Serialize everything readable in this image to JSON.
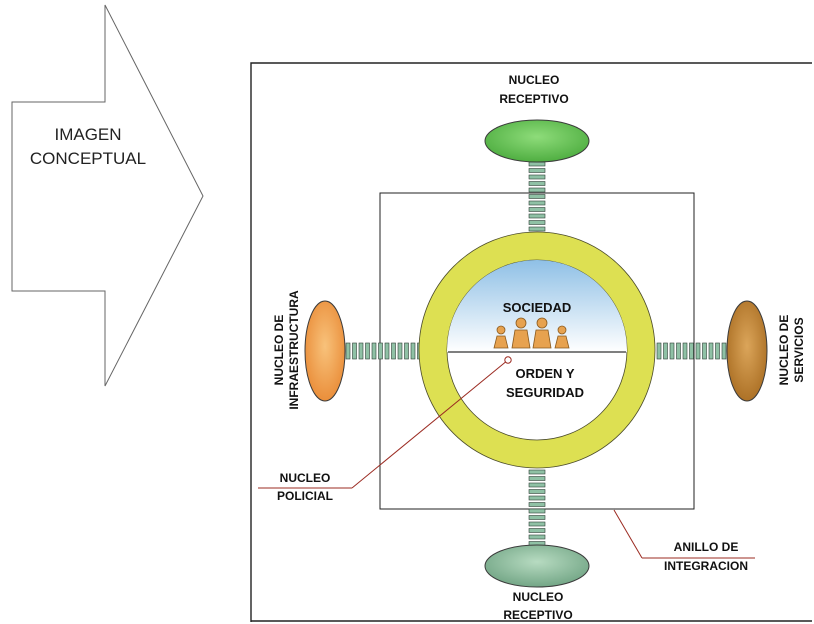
{
  "arrow": {
    "line1": "IMAGEN",
    "line2": "CONCEPTUAL"
  },
  "labels": {
    "top_line1": "NUCLEO",
    "top_line2": "RECEPTIVO",
    "bottom_line1": "NUCLEO",
    "bottom_line2": "RECEPTIVO",
    "left_line1": "NUCLEO DE",
    "left_line2": "INFRAESTRUCTURA",
    "right_line1": "NUCLEO DE",
    "right_line2": "SERVICIOS",
    "center_top": "SOCIEDAD",
    "center_bottom_line1": "ORDEN Y",
    "center_bottom_line2": "SEGURIDAD",
    "policial_line1": "NUCLEO",
    "policial_line2": "POLICIAL",
    "anillo_line1": "ANILLO DE",
    "anillo_line2": "INTEGRACION"
  },
  "colors": {
    "ring": "#dde052",
    "top_ellipse": "#6bc55a",
    "bottom_ellipse": "#8fbf9e",
    "left_ellipse": "#f2a253",
    "right_ellipse": "#c98a34",
    "connector": "#8fc1a5",
    "sky_top": "#8fc0e6",
    "figures": "#e7a24f",
    "leader_line": "#9b2b22"
  }
}
